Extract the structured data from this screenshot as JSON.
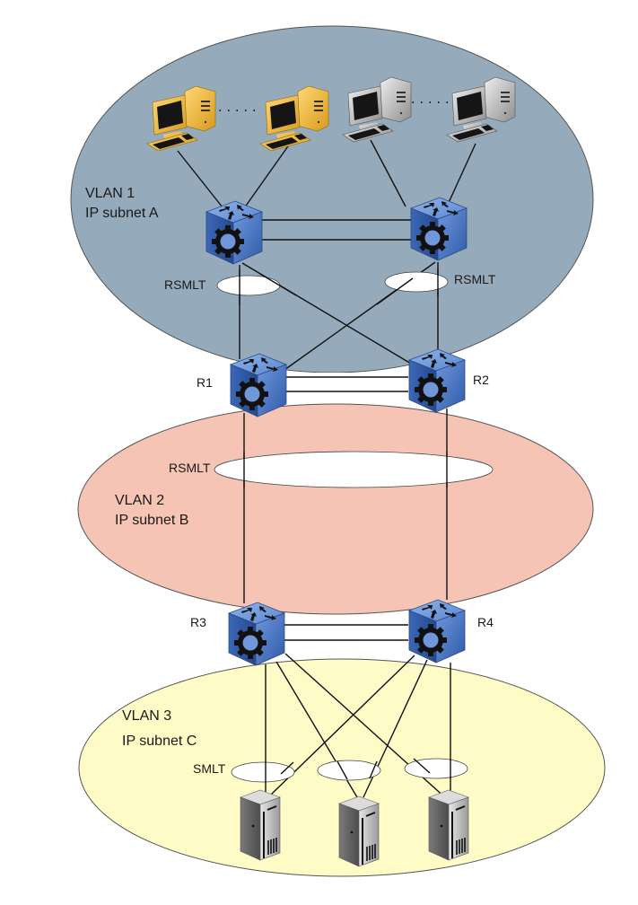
{
  "diagram": {
    "vlans": [
      {
        "name": "VLAN 1",
        "subnet": "IP subnet A",
        "color": "#95abbb"
      },
      {
        "name": "VLAN 2",
        "subnet": "IP subnet B",
        "color": "#f6c4b4"
      },
      {
        "name": "VLAN 3",
        "subnet": "IP subnet C",
        "color": "#fefbc6"
      }
    ],
    "routers": [
      {
        "id": "R1",
        "label": "R1"
      },
      {
        "id": "R2",
        "label": "R2"
      },
      {
        "id": "R3",
        "label": "R3"
      },
      {
        "id": "R4",
        "label": "R4"
      }
    ],
    "aggregation_labels": {
      "top_left": "RSMLT",
      "top_right": "RSMLT",
      "middle": "RSMLT",
      "bottom": "SMLT"
    },
    "colors": {
      "switch_body": "#4d7cc6",
      "workstation_yellow": "#f2b632",
      "workstation_gray": "#b8b8b8",
      "server_gray": "#a8a8a8"
    }
  }
}
